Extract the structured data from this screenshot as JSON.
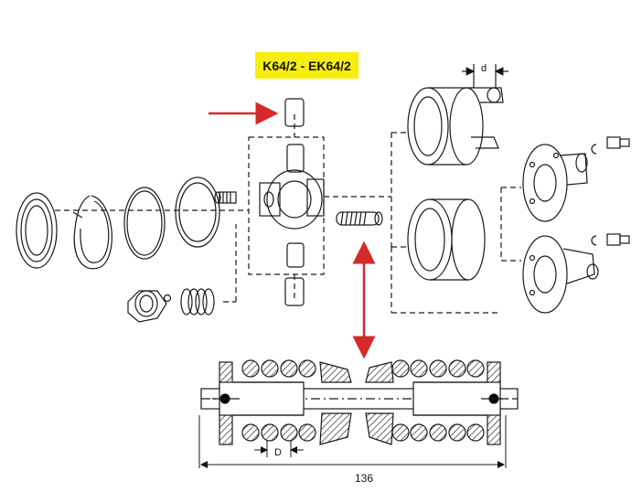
{
  "diagram": {
    "model_label": "K64/2 - EK64/2",
    "dimension_d_upper": "d",
    "dimension_D_lower": "D",
    "overall_length": "136",
    "colors": {
      "label_background": "#f7ee10",
      "arrow": "#d42a2a",
      "line": "#1a1a1a",
      "hatch": "#444444"
    }
  }
}
